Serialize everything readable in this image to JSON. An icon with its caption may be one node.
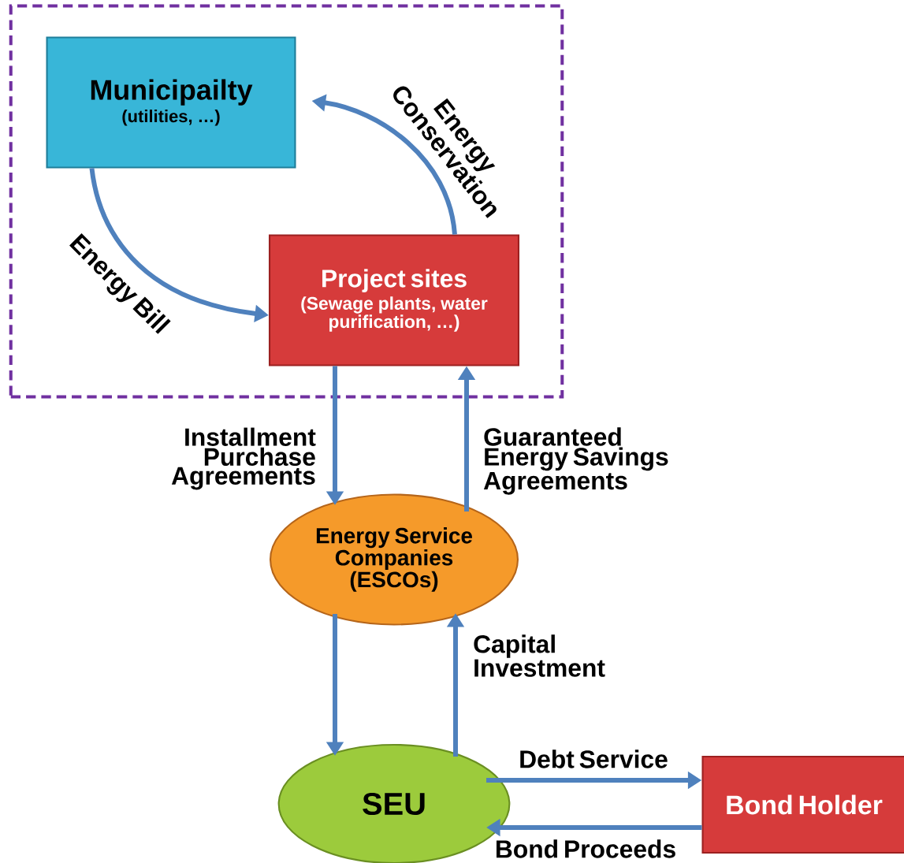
{
  "diagram": {
    "nodes": [
      {
        "text": [],
        "shape": "box"
      },
      {
        "text": [
          "Municipailty",
          "(utilities, …)"
        ],
        "in": 0
      },
      {
        "text": [
          "Project sites",
          "(Sewage plants, water purification, …)"
        ],
        "in": 0
      },
      {
        "text": [
          "Energy Service Companies (ESCOs)"
        ]
      },
      {
        "text": [
          "SEU"
        ]
      },
      {
        "text": [
          "Bond Holder"
        ]
      }
    ],
    "edges": [
      {
        "from": 1,
        "to": 2,
        "arrow": "to",
        "label": "Energy Bill"
      },
      {
        "from": 2,
        "to": 1,
        "arrow": "to",
        "label": "Energy Conservation"
      },
      {
        "from": 2,
        "to": 3,
        "arrow": "to",
        "label": "Installment Purchase Agreements"
      },
      {
        "from": 3,
        "to": 2,
        "arrow": "to",
        "label": "Guaranteed Energy Savings Agreements"
      },
      {
        "from": 3,
        "to": 4,
        "arrow": "to"
      },
      {
        "from": 4,
        "to": 3,
        "arrow": "to",
        "label": "Capital Investment"
      },
      {
        "from": 4,
        "to": 5,
        "arrow": "to",
        "label": "Debt Service"
      },
      {
        "from": 5,
        "to": 4,
        "arrow": "to",
        "label": "Bond Proceeds"
      }
    ]
  }
}
